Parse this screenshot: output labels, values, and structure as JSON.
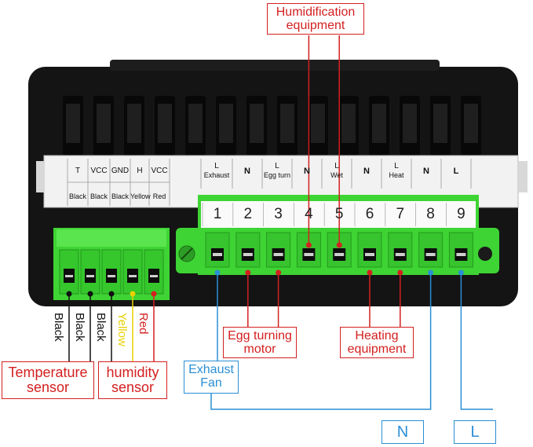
{
  "labels": {
    "humidification": "Humidification equipment",
    "egg_turning": "Egg turning motor",
    "heating": "Heating equipment",
    "exhaust_fan": "Exhaust Fan",
    "temperature_sensor": "Temperature sensor",
    "humidity_sensor": "humidity sensor",
    "N": "N",
    "L": "L"
  },
  "wire_labels": [
    "Black",
    "Black",
    "Black",
    "Yellow",
    "Red"
  ],
  "wire_colors": [
    "#111111",
    "#111111",
    "#111111",
    "#e8d000",
    "#d42020"
  ],
  "left_header": {
    "top": [
      "T",
      "VCC",
      "GND",
      "H",
      "VCC"
    ],
    "bottom": [
      "Black",
      "Black",
      "Black",
      "Yellow",
      "Red"
    ]
  },
  "right_header": [
    {
      "top": "L",
      "bottom": "Exhaust"
    },
    {
      "top": "N",
      "bottom": ""
    },
    {
      "top": "L",
      "bottom": "Egg turn"
    },
    {
      "top": "N",
      "bottom": ""
    },
    {
      "top": "L",
      "bottom": "Wet"
    },
    {
      "top": "N",
      "bottom": ""
    },
    {
      "top": "L",
      "bottom": "Heat"
    },
    {
      "top": "N",
      "bottom": ""
    },
    {
      "top": "L",
      "bottom": ""
    }
  ],
  "terminal_numbers": [
    "1",
    "2",
    "3",
    "4",
    "5",
    "6",
    "7",
    "8",
    "9"
  ],
  "colors": {
    "red": "#d42020",
    "blue": "#2a8fd6",
    "terminal_green": "#43d93a",
    "housing": "#141414"
  }
}
